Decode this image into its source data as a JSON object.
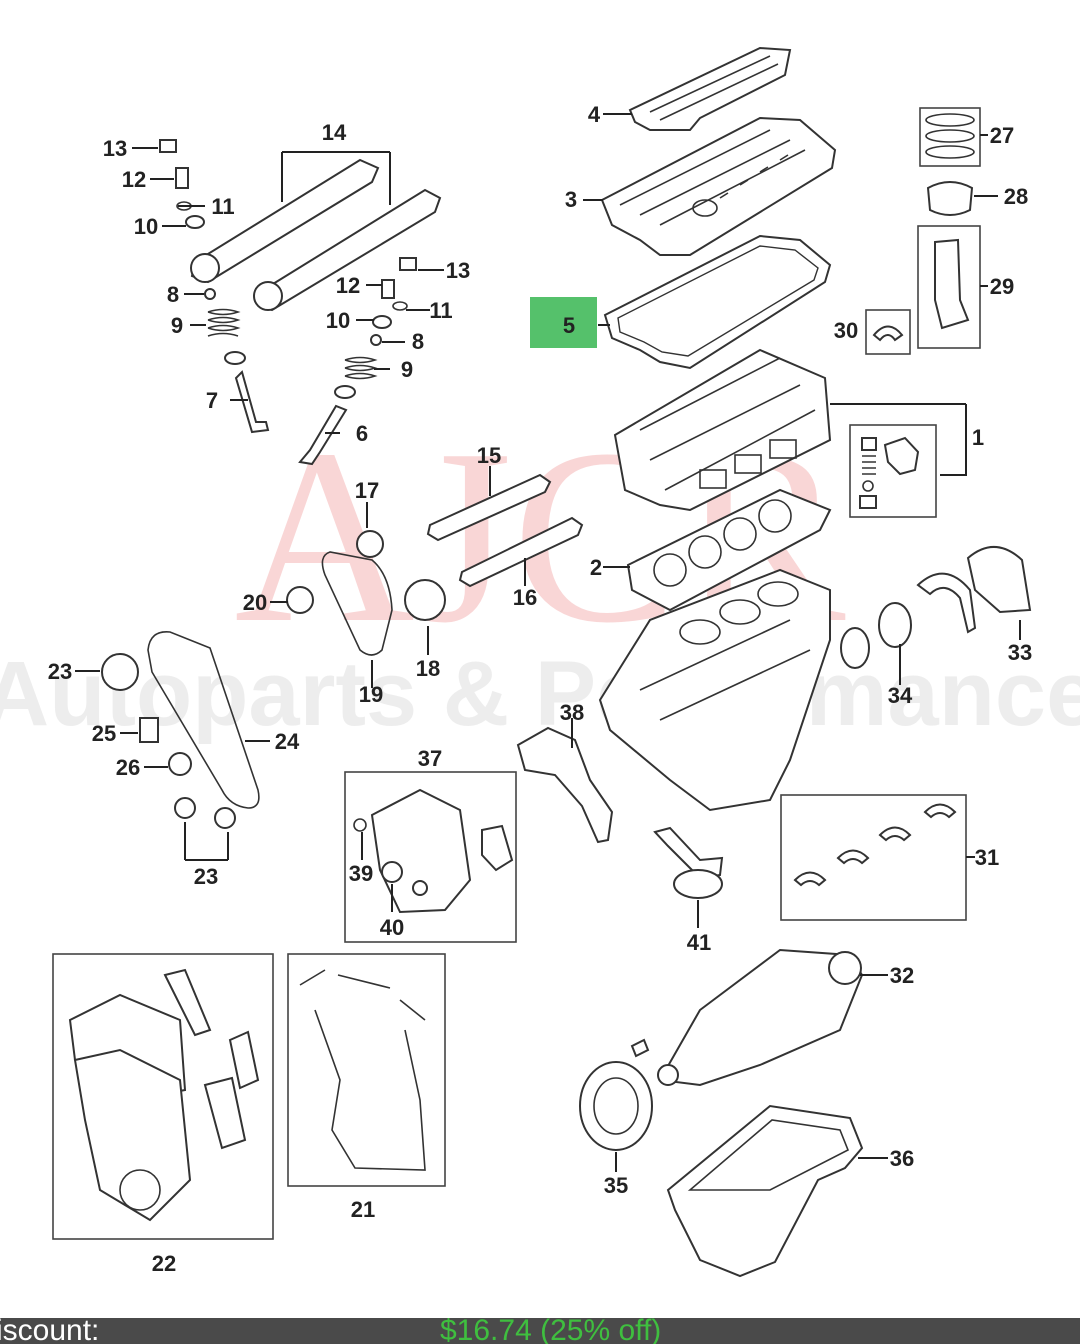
{
  "watermark": {
    "brand": "AJCR",
    "tagline": "Autoparts & Performance"
  },
  "highlight": {
    "color": "#55c16b",
    "label": "5"
  },
  "callouts": [
    "1",
    "2",
    "3",
    "4",
    "5",
    "6",
    "7",
    "8",
    "9",
    "10",
    "11",
    "12",
    "13",
    "14",
    "15",
    "16",
    "17",
    "18",
    "19",
    "20",
    "21",
    "22",
    "23",
    "24",
    "25",
    "26",
    "27",
    "28",
    "29",
    "30",
    "31",
    "32",
    "33",
    "34",
    "35",
    "36",
    "37",
    "38",
    "39",
    "40",
    "41"
  ],
  "footer": {
    "left": "iscount:",
    "right": "$16.74 (25% off)"
  }
}
